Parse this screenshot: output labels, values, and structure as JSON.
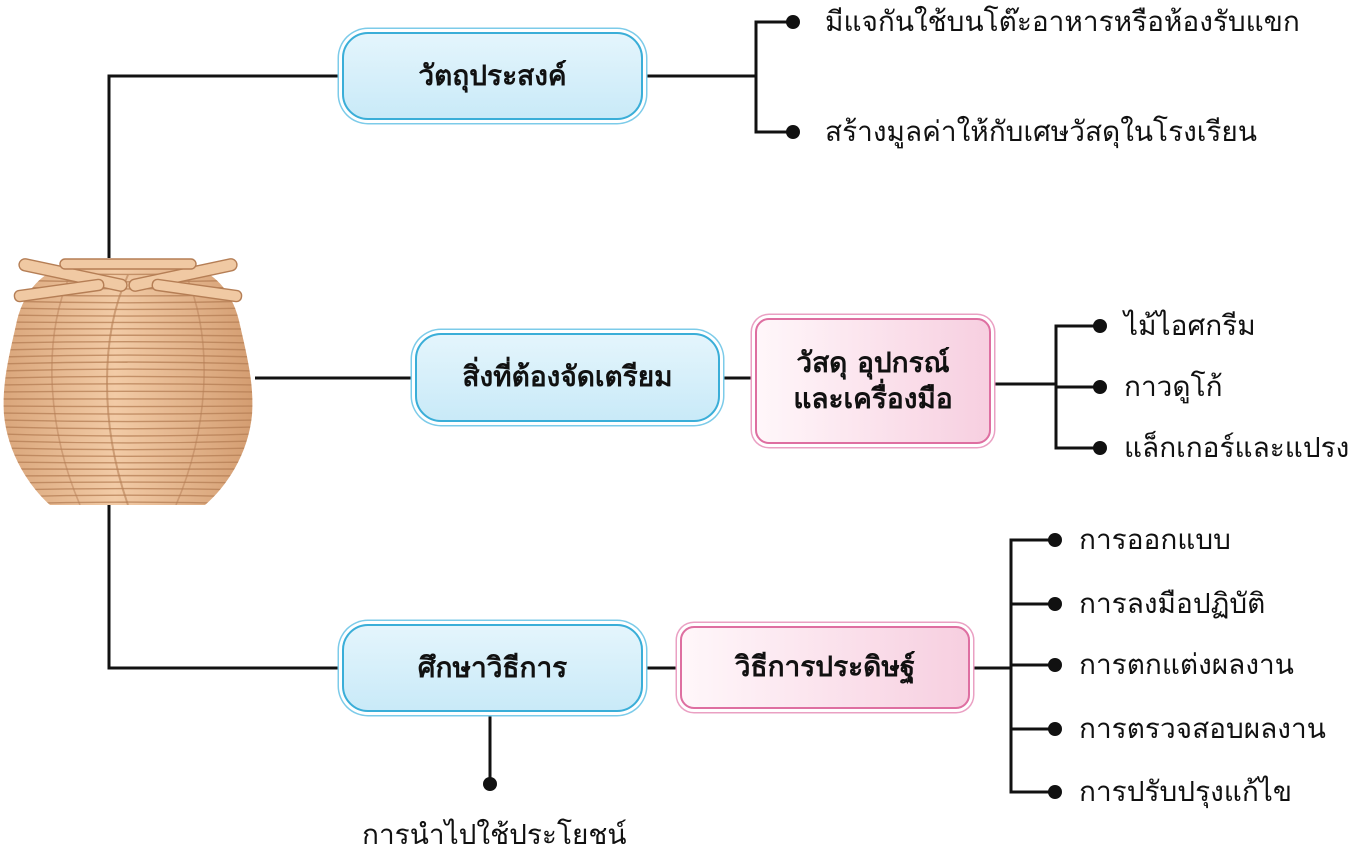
{
  "nodes": {
    "purpose": "วัตถุประสงค์",
    "preparation": "สิ่งที่ต้องจัดเตรียม",
    "materials_line1": "วัสดุ อุปกรณ์",
    "materials_line2": "และเครื่องมือ",
    "method": "ศึกษาวิธีการ",
    "invention": "วิธีการประดิษฐ์"
  },
  "leaves": {
    "purpose": [
      "มีแจกันใช้บนโต๊ะอาหารหรือห้องรับแขก",
      "สร้างมูลค่าให้กับเศษวัสดุในโรงเรียน"
    ],
    "materials": [
      "ไม้ไอศกรีม",
      "กาวดูโก้",
      "แล็กเกอร์และแปรง"
    ],
    "steps": [
      "การออกแบบ",
      "การลงมือปฏิบัติ",
      "การตกแต่งผลงาน",
      "การตรวจสอบผลงาน",
      "การปรับปรุงแก้ไข"
    ],
    "usage": "การนำไปใช้ประโยชน์"
  },
  "colors": {
    "line": "#111111",
    "blue_border": "#3aaed8",
    "blue_fill": "#d2eef9",
    "pink_border": "#de6fa1",
    "pink_fill": "#f7cfe0",
    "wood": "#e8b98f"
  },
  "icons": {
    "center": "popsicle-stick-vase-icon"
  }
}
